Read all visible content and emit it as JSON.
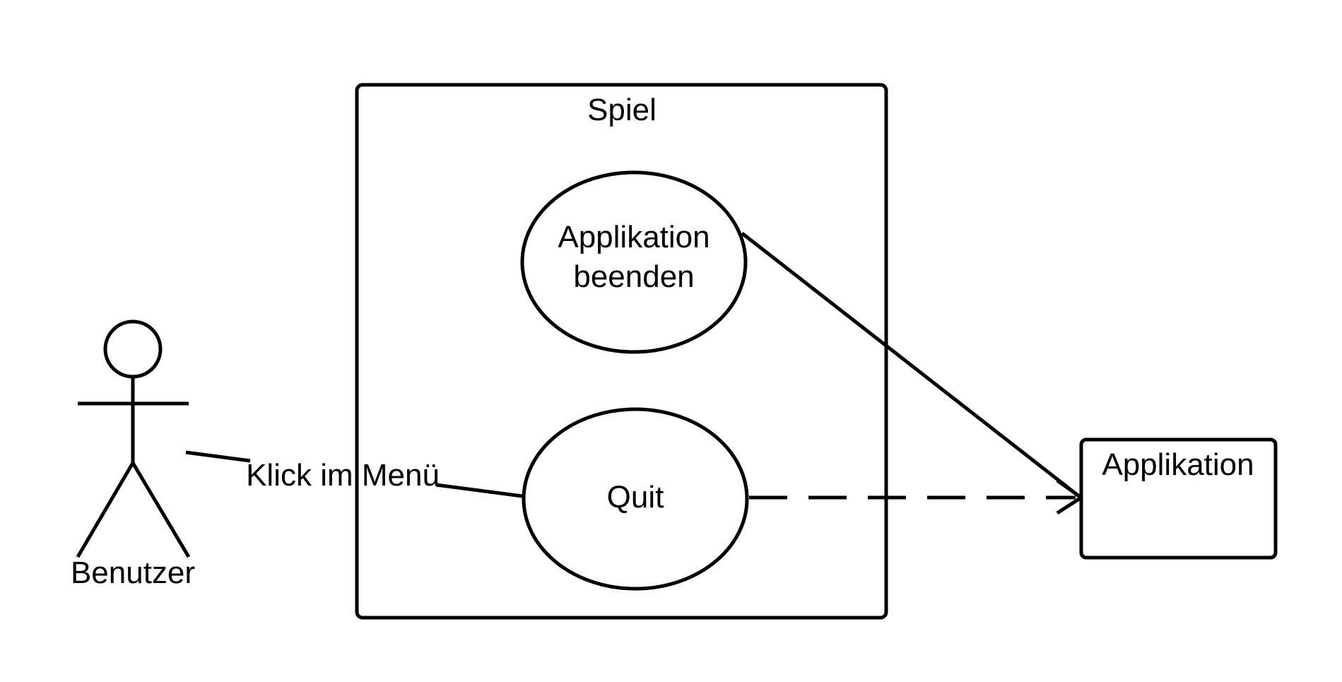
{
  "diagram": {
    "type": "uml-use-case",
    "stroke_color": "#000000",
    "background_color": "#ffffff",
    "system_boundary": {
      "title": "Spiel"
    },
    "actor": {
      "label": "Benutzer"
    },
    "use_cases": [
      {
        "id": "uc-applikation-beenden",
        "lines": [
          "Applikation",
          "beenden"
        ]
      },
      {
        "id": "uc-quit",
        "lines": [
          "Quit"
        ]
      }
    ],
    "external_system": {
      "label": "Applikation"
    },
    "connections": [
      {
        "from": "actor",
        "to": "uc-quit",
        "style": "solid",
        "label": "Klick im Menü"
      },
      {
        "from": "uc-applikation-beenden",
        "to": "external_system",
        "style": "solid-arrow"
      },
      {
        "from": "uc-quit",
        "to": "external_system",
        "style": "dashed-arrow"
      }
    ]
  }
}
